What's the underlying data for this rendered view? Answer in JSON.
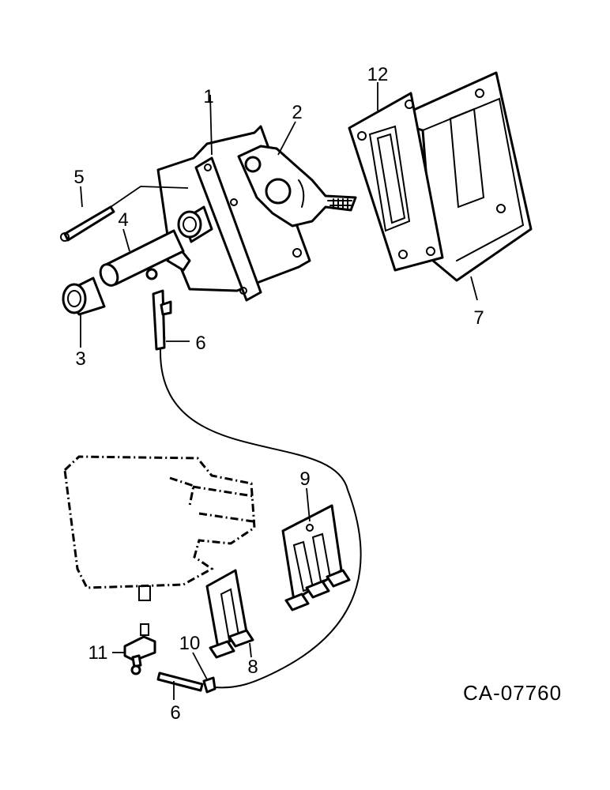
{
  "callouts": {
    "c1": "1",
    "c2": "2",
    "c3": "3",
    "c4": "4",
    "c5": "5",
    "c6_top": "6",
    "c6_bottom": "6",
    "c7": "7",
    "c8": "8",
    "c9": "9",
    "c10": "10",
    "c11": "11",
    "c12": "12"
  },
  "reference_code": "CA-07760",
  "colors": {
    "ink": "#000000",
    "paper": "#ffffff"
  }
}
